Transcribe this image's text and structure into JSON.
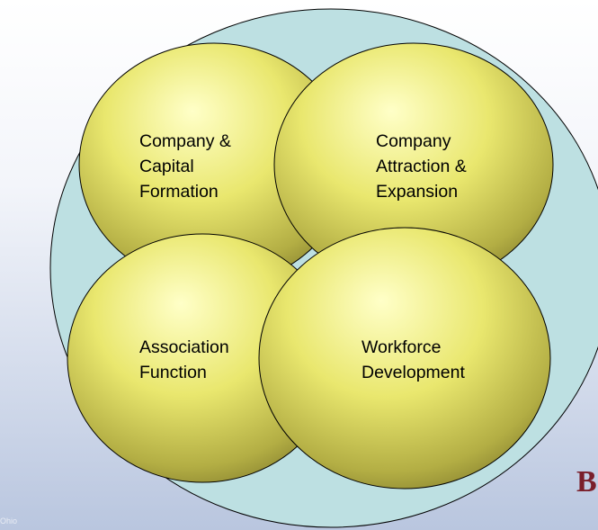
{
  "diagram": {
    "bubbles": [
      {
        "id": "company-capital",
        "lines": [
          "Company &",
          "Capital",
          "Formation"
        ]
      },
      {
        "id": "company-attraction",
        "lines": [
          "Company",
          "Attraction &",
          "Expansion"
        ]
      },
      {
        "id": "association",
        "lines": [
          "Association",
          "Function"
        ]
      },
      {
        "id": "workforce",
        "lines": [
          "Workforce",
          "Development"
        ]
      }
    ]
  },
  "footer": {
    "text": "Ohio"
  },
  "logo": {
    "text": "B"
  },
  "colors": {
    "outer_fill": "#bde0e2",
    "bubble_light": "#ffffc8",
    "bubble_mid": "#e8e66a",
    "bubble_dark": "#807a2a",
    "stroke": "#000000"
  }
}
